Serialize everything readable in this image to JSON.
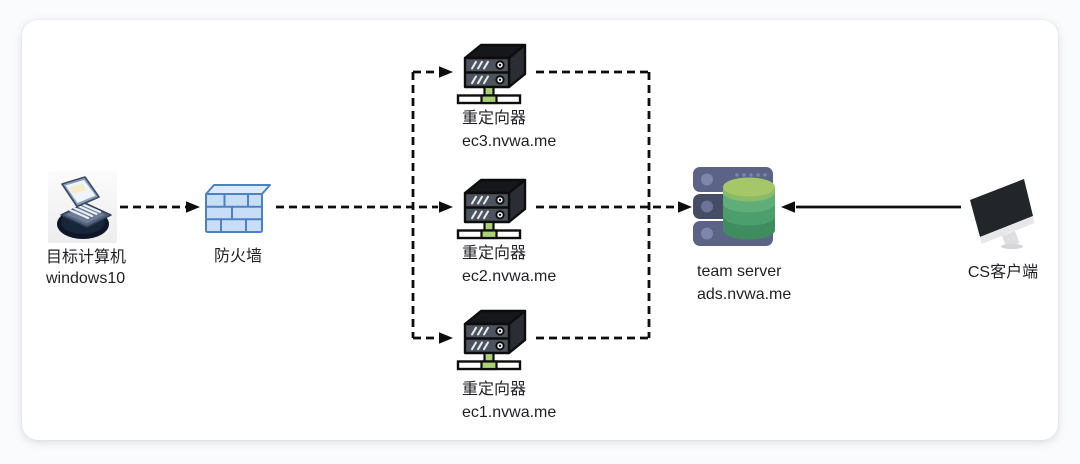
{
  "diagram": {
    "nodes": {
      "target": {
        "line1": "目标计算机",
        "line2": "windows10"
      },
      "firewall": {
        "label": "防火墙"
      },
      "redirectors": [
        {
          "name": "重定向器",
          "host": "ec3.nvwa.me"
        },
        {
          "name": "重定向器",
          "host": "ec2.nvwa.me"
        },
        {
          "name": "重定向器",
          "host": "ec1.nvwa.me"
        }
      ],
      "team_server": {
        "line1": "team server",
        "line2": "ads.nvwa.me"
      },
      "cs_client": {
        "label": "CS客户端"
      }
    },
    "edges": [
      {
        "from": "目标计算机 windows10",
        "to": "防火墙",
        "style": "dashed",
        "direction": "right"
      },
      {
        "from": "防火墙",
        "to": "重定向器 ec3.nvwa.me",
        "style": "dashed",
        "direction": "right"
      },
      {
        "from": "防火墙",
        "to": "重定向器 ec2.nvwa.me",
        "style": "dashed",
        "direction": "right"
      },
      {
        "from": "防火墙",
        "to": "重定向器 ec1.nvwa.me",
        "style": "dashed",
        "direction": "right"
      },
      {
        "from": "重定向器 ec3.nvwa.me",
        "to": "team server ads.nvwa.me",
        "style": "dashed",
        "direction": "right"
      },
      {
        "from": "重定向器 ec2.nvwa.me",
        "to": "team server ads.nvwa.me",
        "style": "dashed",
        "direction": "right"
      },
      {
        "from": "重定向器 ec1.nvwa.me",
        "to": "team server ads.nvwa.me",
        "style": "dashed",
        "direction": "right"
      },
      {
        "from": "CS客户端",
        "to": "team server ads.nvwa.me",
        "style": "solid",
        "direction": "left"
      }
    ],
    "colors": {
      "line": "#0d0d0d",
      "firewall_fill": "#c8ddf6",
      "firewall_top": "#dcebfb",
      "firewall_stroke": "#4f80c2",
      "server_front": "#4d545d",
      "server_stand_green": "#abd078",
      "team_server_slate": "#5b6487",
      "team_server_slate_dark": "#454c66",
      "db_top_green": "#a5c767",
      "db_bottom_green": "#3f8d5e",
      "monitor_black": "#222529",
      "text": "#1f2023"
    }
  }
}
